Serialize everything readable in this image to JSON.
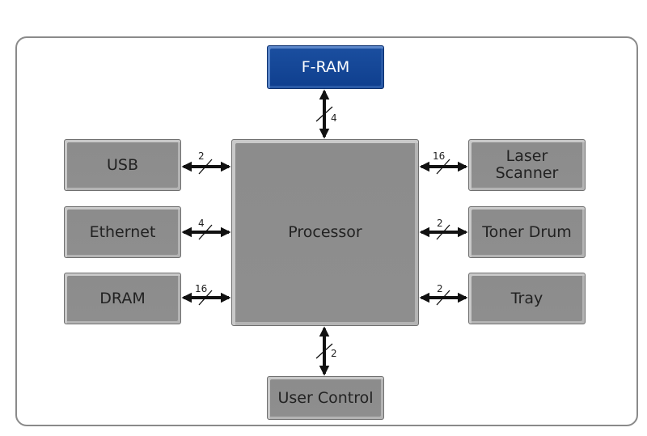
{
  "blocks": {
    "fram": "F-RAM",
    "usb": "USB",
    "ethernet": "Ethernet",
    "dram": "DRAM",
    "processor": "Processor",
    "laser": "Laser\nScanner",
    "toner": "Toner Drum",
    "tray": "Tray",
    "user": "User Control"
  },
  "buses": {
    "fram": "4",
    "usb": "2",
    "ethernet": "4",
    "dram": "16",
    "laser": "16",
    "toner": "2",
    "tray": "2",
    "user": "2"
  },
  "colors": {
    "fram": "#1b4fa0",
    "block": "#8c8c8c",
    "frame": "#8a8a8a"
  }
}
